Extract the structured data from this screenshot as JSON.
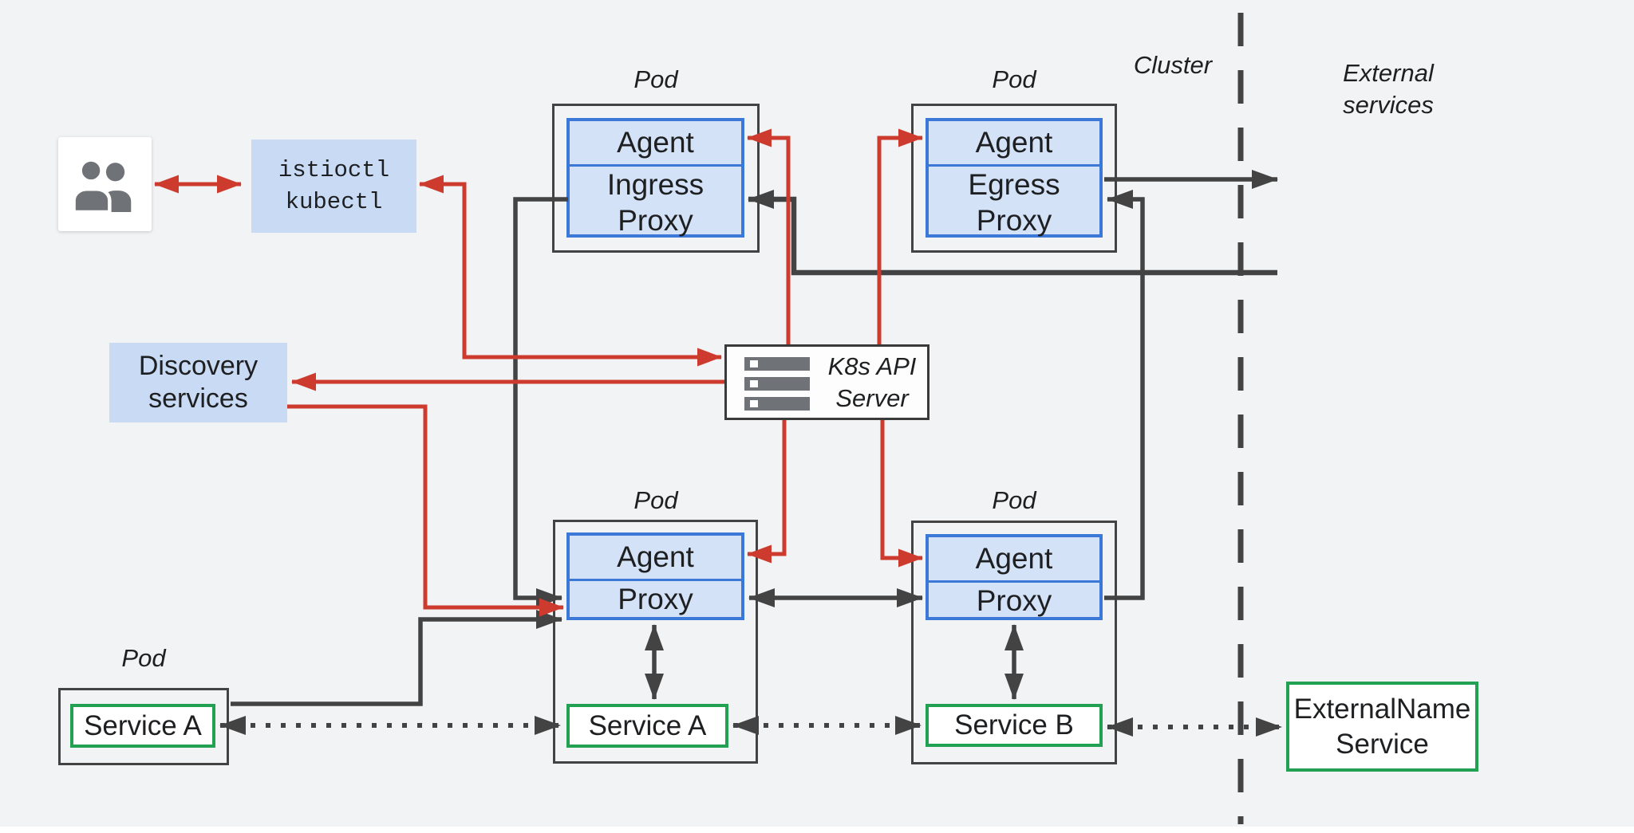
{
  "colors": {
    "background": "#f1f3f4",
    "dark": "#434343",
    "red": "#cd3b2f",
    "green": "#22a152",
    "blue_border": "#3c78d8",
    "blue_fill": "#d4e2f7",
    "label_blue": "#c9dbf4",
    "icon_gray": "#6f7377",
    "text": "#1d1f21"
  },
  "icons": {
    "users": "users-icon",
    "server": "server-icon"
  },
  "cluster_boundary": {
    "inside_label": "Cluster",
    "outside_label_line1": "External",
    "outside_label_line2": "services"
  },
  "nodes": {
    "istioctl": {
      "line1": "istioctl",
      "line2": "kubectl"
    },
    "discovery": {
      "line1": "Discovery",
      "line2": "services"
    },
    "k8s_api": {
      "line1": "K8s API",
      "line2": "Server"
    },
    "pod_ingress": {
      "label": "Pod",
      "agent": "Agent",
      "proxy_line1": "Ingress",
      "proxy_line2": "Proxy"
    },
    "pod_egress": {
      "label": "Pod",
      "agent": "Agent",
      "proxy_line1": "Egress",
      "proxy_line2": "Proxy"
    },
    "pod_service_a": {
      "label": "Pod",
      "agent": "Agent",
      "proxy": "Proxy",
      "service": "Service A"
    },
    "pod_service_b": {
      "label": "Pod",
      "agent": "Agent",
      "proxy": "Proxy",
      "service": "Service B"
    },
    "pod_client": {
      "label": "Pod",
      "service": "Service A"
    },
    "external_name": {
      "line1": "ExternalName",
      "line2": "Service"
    }
  }
}
